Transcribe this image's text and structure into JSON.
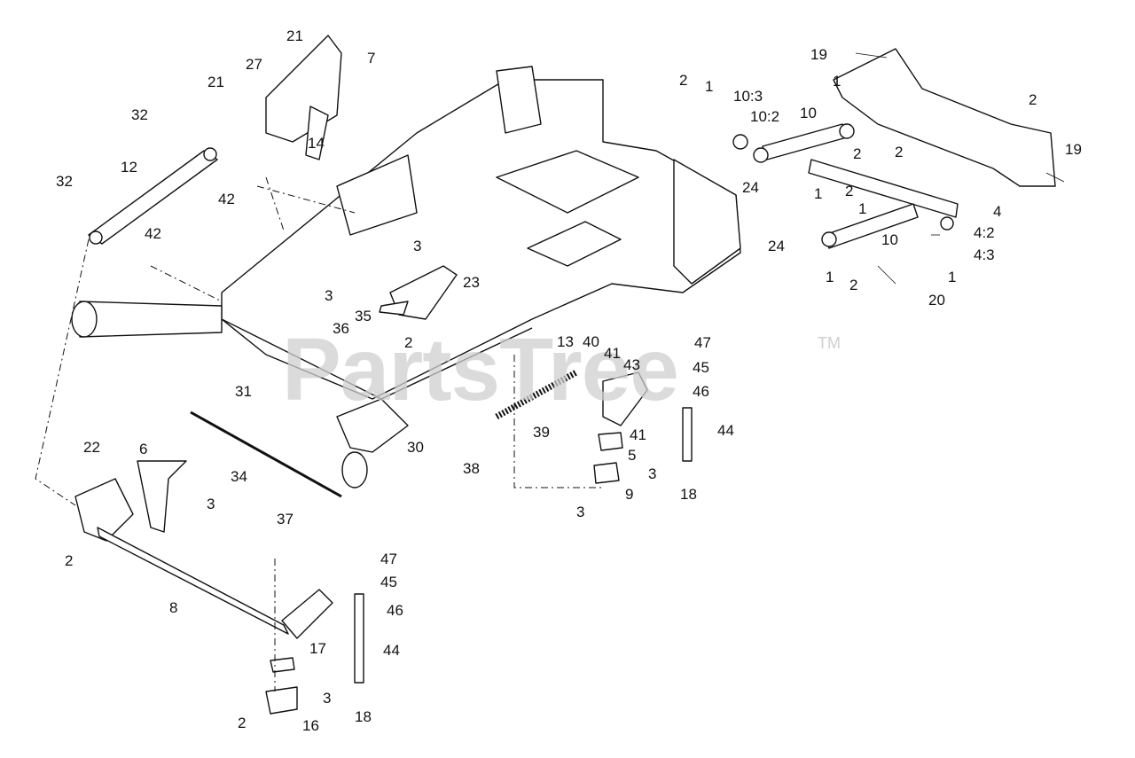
{
  "watermark": {
    "text": "PartsTree",
    "trademark": "TM"
  },
  "callouts": [
    {
      "id": "c1",
      "label": "21"
    },
    {
      "id": "c2",
      "label": "7"
    },
    {
      "id": "c3",
      "label": "27"
    },
    {
      "id": "c4",
      "label": "21"
    },
    {
      "id": "c5",
      "label": "32"
    },
    {
      "id": "c6",
      "label": "14"
    },
    {
      "id": "c7",
      "label": "12"
    },
    {
      "id": "c8",
      "label": "42"
    },
    {
      "id": "c9",
      "label": "32"
    },
    {
      "id": "c10",
      "label": "42"
    },
    {
      "id": "c11",
      "label": "3"
    },
    {
      "id": "c12",
      "label": "3"
    },
    {
      "id": "c13",
      "label": "23"
    },
    {
      "id": "c14",
      "label": "35"
    },
    {
      "id": "c15",
      "label": "36"
    },
    {
      "id": "c16",
      "label": "2"
    },
    {
      "id": "c17",
      "label": "31"
    },
    {
      "id": "c18",
      "label": "13"
    },
    {
      "id": "c19",
      "label": "40"
    },
    {
      "id": "c20",
      "label": "41"
    },
    {
      "id": "c21",
      "label": "43"
    },
    {
      "id": "c22",
      "label": "39"
    },
    {
      "id": "c23",
      "label": "41"
    },
    {
      "id": "c24",
      "label": "30"
    },
    {
      "id": "c25",
      "label": "38"
    },
    {
      "id": "c26",
      "label": "5"
    },
    {
      "id": "c27",
      "label": "9"
    },
    {
      "id": "c28",
      "label": "3"
    },
    {
      "id": "c29",
      "label": "47"
    },
    {
      "id": "c30",
      "label": "45"
    },
    {
      "id": "c31",
      "label": "46"
    },
    {
      "id": "c32",
      "label": "44"
    },
    {
      "id": "c33",
      "label": "3"
    },
    {
      "id": "c34",
      "label": "18"
    },
    {
      "id": "c35",
      "label": "22"
    },
    {
      "id": "c36",
      "label": "6"
    },
    {
      "id": "c37",
      "label": "34"
    },
    {
      "id": "c38",
      "label": "3"
    },
    {
      "id": "c39",
      "label": "37"
    },
    {
      "id": "c40",
      "label": "2"
    },
    {
      "id": "c41",
      "label": "8"
    },
    {
      "id": "c42",
      "label": "47"
    },
    {
      "id": "c43",
      "label": "45"
    },
    {
      "id": "c44",
      "label": "46"
    },
    {
      "id": "c45",
      "label": "17"
    },
    {
      "id": "c46",
      "label": "44"
    },
    {
      "id": "c47",
      "label": "3"
    },
    {
      "id": "c48",
      "label": "18"
    },
    {
      "id": "c49",
      "label": "2"
    },
    {
      "id": "c50",
      "label": "16"
    },
    {
      "id": "c51",
      "label": "19"
    },
    {
      "id": "c52",
      "label": "2"
    },
    {
      "id": "c53",
      "label": "1"
    },
    {
      "id": "c54",
      "label": "10:3"
    },
    {
      "id": "c55",
      "label": "1"
    },
    {
      "id": "c56",
      "label": "2"
    },
    {
      "id": "c57",
      "label": "10:2"
    },
    {
      "id": "c58",
      "label": "10"
    },
    {
      "id": "c59",
      "label": "2"
    },
    {
      "id": "c60",
      "label": "2"
    },
    {
      "id": "c61",
      "label": "19"
    },
    {
      "id": "c62",
      "label": "24"
    },
    {
      "id": "c63",
      "label": "1"
    },
    {
      "id": "c64",
      "label": "2"
    },
    {
      "id": "c65",
      "label": "1"
    },
    {
      "id": "c66",
      "label": "4"
    },
    {
      "id": "c67",
      "label": "24"
    },
    {
      "id": "c68",
      "label": "10"
    },
    {
      "id": "c69",
      "label": "4:2"
    },
    {
      "id": "c70",
      "label": "4:3"
    },
    {
      "id": "c71",
      "label": "1"
    },
    {
      "id": "c72",
      "label": "2"
    },
    {
      "id": "c73",
      "label": "1"
    },
    {
      "id": "c74",
      "label": "20"
    }
  ]
}
